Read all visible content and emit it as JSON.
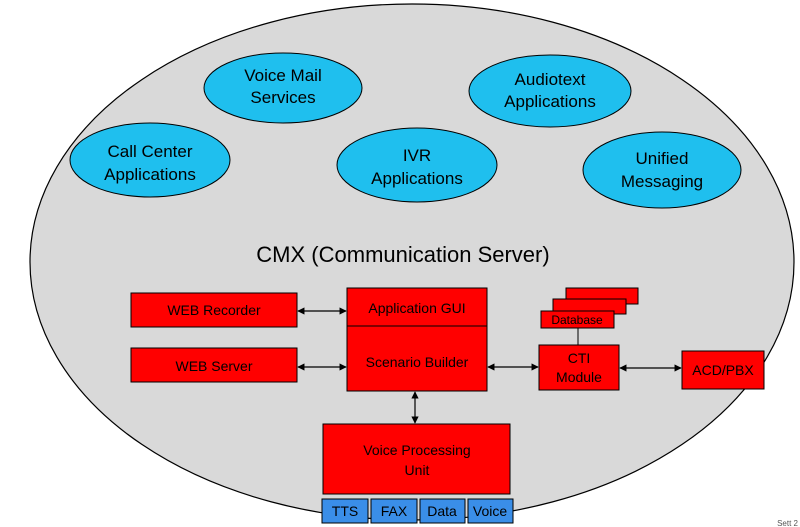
{
  "server": {
    "title": "CMX (Communication Server)",
    "fill": "#d9d9d9"
  },
  "colors": {
    "bubble": "#1fbfee",
    "box": "#ff0000",
    "media": "#3a8ee8",
    "edge": "#000000"
  },
  "applications": {
    "voice_mail": [
      "Voice Mail",
      "Services"
    ],
    "audiotext": [
      "Audiotext",
      "Applications"
    ],
    "call_center": [
      "Call Center",
      "Applications"
    ],
    "ivr": [
      "IVR",
      "Applications"
    ],
    "unified_messaging": [
      "Unified",
      "Messaging"
    ]
  },
  "components": {
    "web_recorder": "WEB Recorder",
    "web_server": "WEB Server",
    "application_gui": "Application GUI",
    "scenario_builder": "Scenario Builder",
    "database": "Database",
    "cti_module": [
      "CTI",
      "Module"
    ],
    "acd_pbx": "ACD/PBX",
    "voice_processing": [
      "Voice Processing",
      "Unit"
    ]
  },
  "media": [
    "TTS",
    "FAX",
    "Data",
    "Voice"
  ],
  "footer": "Sett 2"
}
